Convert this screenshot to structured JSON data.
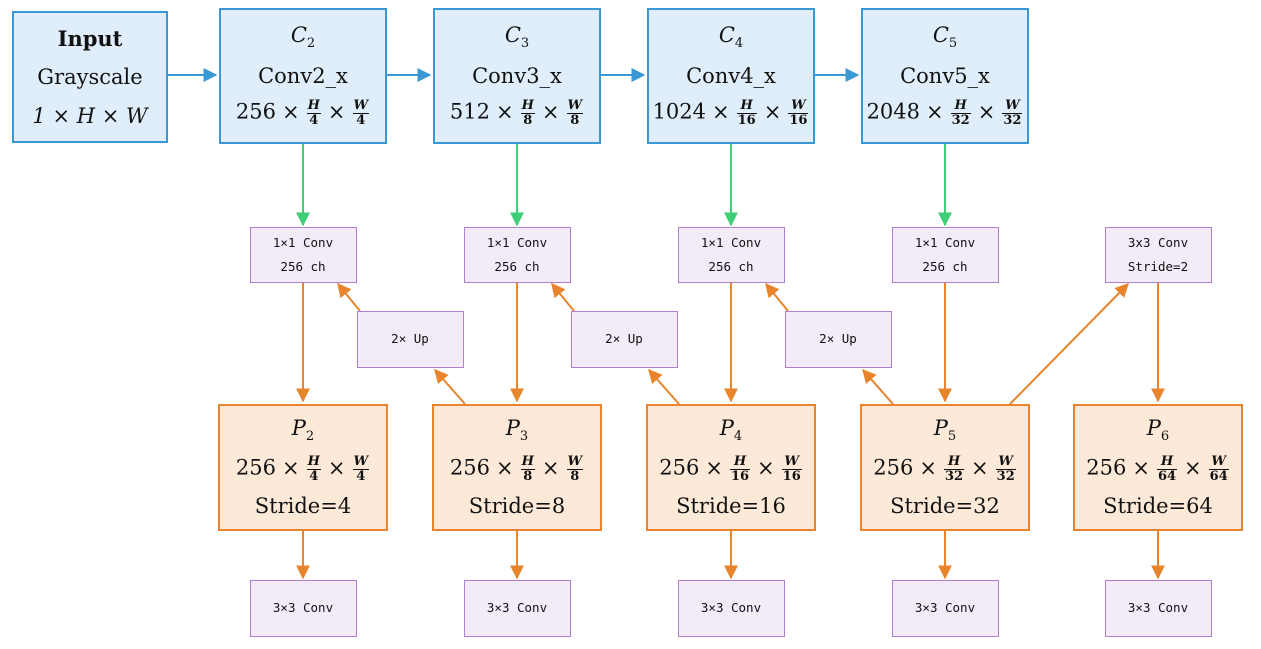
{
  "input": {
    "title": "Input",
    "subtitle": "Grayscale",
    "shape": "1 × H × W"
  },
  "backbone": [
    {
      "label": "C",
      "sub": "2",
      "name": "Conv2_x",
      "channels": "256",
      "frac_h": "4",
      "frac_w": "4"
    },
    {
      "label": "C",
      "sub": "3",
      "name": "Conv3_x",
      "channels": "512",
      "frac_h": "8",
      "frac_w": "8"
    },
    {
      "label": "C",
      "sub": "4",
      "name": "Conv4_x",
      "channels": "1024",
      "frac_h": "16",
      "frac_w": "16"
    },
    {
      "label": "C",
      "sub": "5",
      "name": "Conv5_x",
      "channels": "2048",
      "frac_h": "32",
      "frac_w": "32"
    }
  ],
  "lateral": [
    {
      "line1": "1×1 Conv",
      "line2": "256 ch"
    },
    {
      "line1": "1×1 Conv",
      "line2": "256 ch"
    },
    {
      "line1": "1×1 Conv",
      "line2": "256 ch"
    },
    {
      "line1": "1×1 Conv",
      "line2": "256 ch"
    },
    {
      "line1": "3x3 Conv",
      "line2": "Stride=2"
    }
  ],
  "upsample": [
    "2× Up",
    "2× Up",
    "2× Up"
  ],
  "pyramid": [
    {
      "label": "P",
      "sub": "2",
      "channels": "256",
      "frac_h": "4",
      "frac_w": "4",
      "stride": "Stride=4"
    },
    {
      "label": "P",
      "sub": "3",
      "channels": "256",
      "frac_h": "8",
      "frac_w": "8",
      "stride": "Stride=8"
    },
    {
      "label": "P",
      "sub": "4",
      "channels": "256",
      "frac_h": "16",
      "frac_w": "16",
      "stride": "Stride=16"
    },
    {
      "label": "P",
      "sub": "5",
      "channels": "256",
      "frac_h": "32",
      "frac_w": "32",
      "stride": "Stride=32"
    },
    {
      "label": "P",
      "sub": "6",
      "channels": "256",
      "frac_h": "64",
      "frac_w": "64",
      "stride": "Stride=64"
    }
  ],
  "heads": [
    "3×3 Conv",
    "3×3 Conv",
    "3×3 Conv",
    "3×3 Conv",
    "3×3 Conv"
  ],
  "symbols": {
    "times": "×",
    "H": "H",
    "W": "W"
  },
  "colors": {
    "blue_fill": "#dfeefa",
    "blue_edge": "#3a98d4",
    "orange_fill": "#fce9d8",
    "orange_edge": "#e8842c",
    "purple_fill": "#f4ebf8",
    "purple_edge": "#b17fcf",
    "green_arrow": "#3ecf76"
  }
}
